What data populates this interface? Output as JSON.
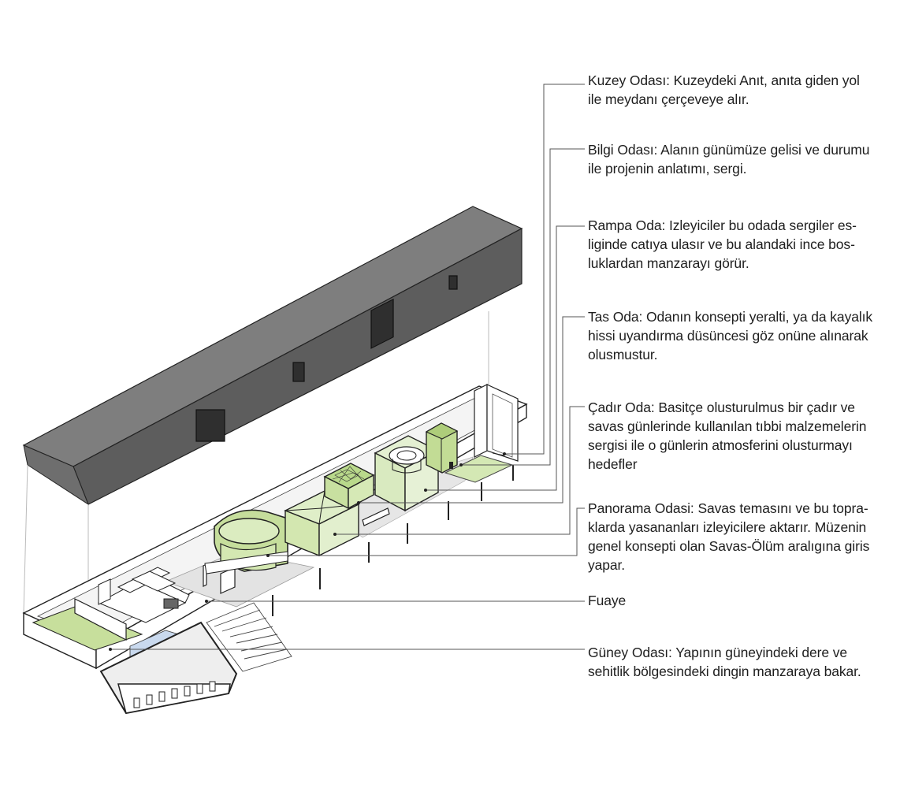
{
  "labels": [
    {
      "id": "kuzey",
      "text": "Kuzey Odası: Kuzeydeki Anıt, anıta giden yol\nile meydanı çerçeveye alır."
    },
    {
      "id": "bilgi",
      "text": "Bilgi Odası: Alanın günümüze gelisi ve durumu\nile projenin anlatımı, sergi."
    },
    {
      "id": "rampa",
      "text": "Rampa Oda: Izleyiciler bu odada sergiler es-\nliginde catıya ulasır ve bu alandaki ince bos-\nluklardan manzarayı görür."
    },
    {
      "id": "tas",
      "text": "Tas Oda: Odanın konsepti yeralti, ya da kayalık\nhissi uyandırma düsüncesi göz onüne alınarak\nolusmustur."
    },
    {
      "id": "cadir",
      "text": "Çadır Oda: Basitçe olusturulmus bir çadır ve\nsavas günlerinde kullanılan tıbbi malzemelerin\nsergisi ile o günlerin atmosferini olusturmayı\nhedefler"
    },
    {
      "id": "panorama",
      "text": "Panorama Odasi: Savas temasını ve bu topra-\nklarda yasananları izleyicilere aktarır. Müzenin\ngenel konsepti olan Savas-Ölüm aralıgına giris\nyapar."
    },
    {
      "id": "fuaye",
      "text": "Fuaye"
    },
    {
      "id": "guney",
      "text": "Güney Odası: Yapının güneyindeki dere ve\nsehitlik bölgesindeki dingin manzaraya bakar."
    }
  ],
  "colors": {
    "roof_top": "#7d7d7d",
    "roof_side": "#5a5a5a",
    "room_green": "#d9ebc0",
    "room_green_dark": "#c3dd98",
    "floor": "#eeeeee",
    "glass": "#c9d9ee",
    "line": "#222222",
    "leader": "#555555"
  }
}
